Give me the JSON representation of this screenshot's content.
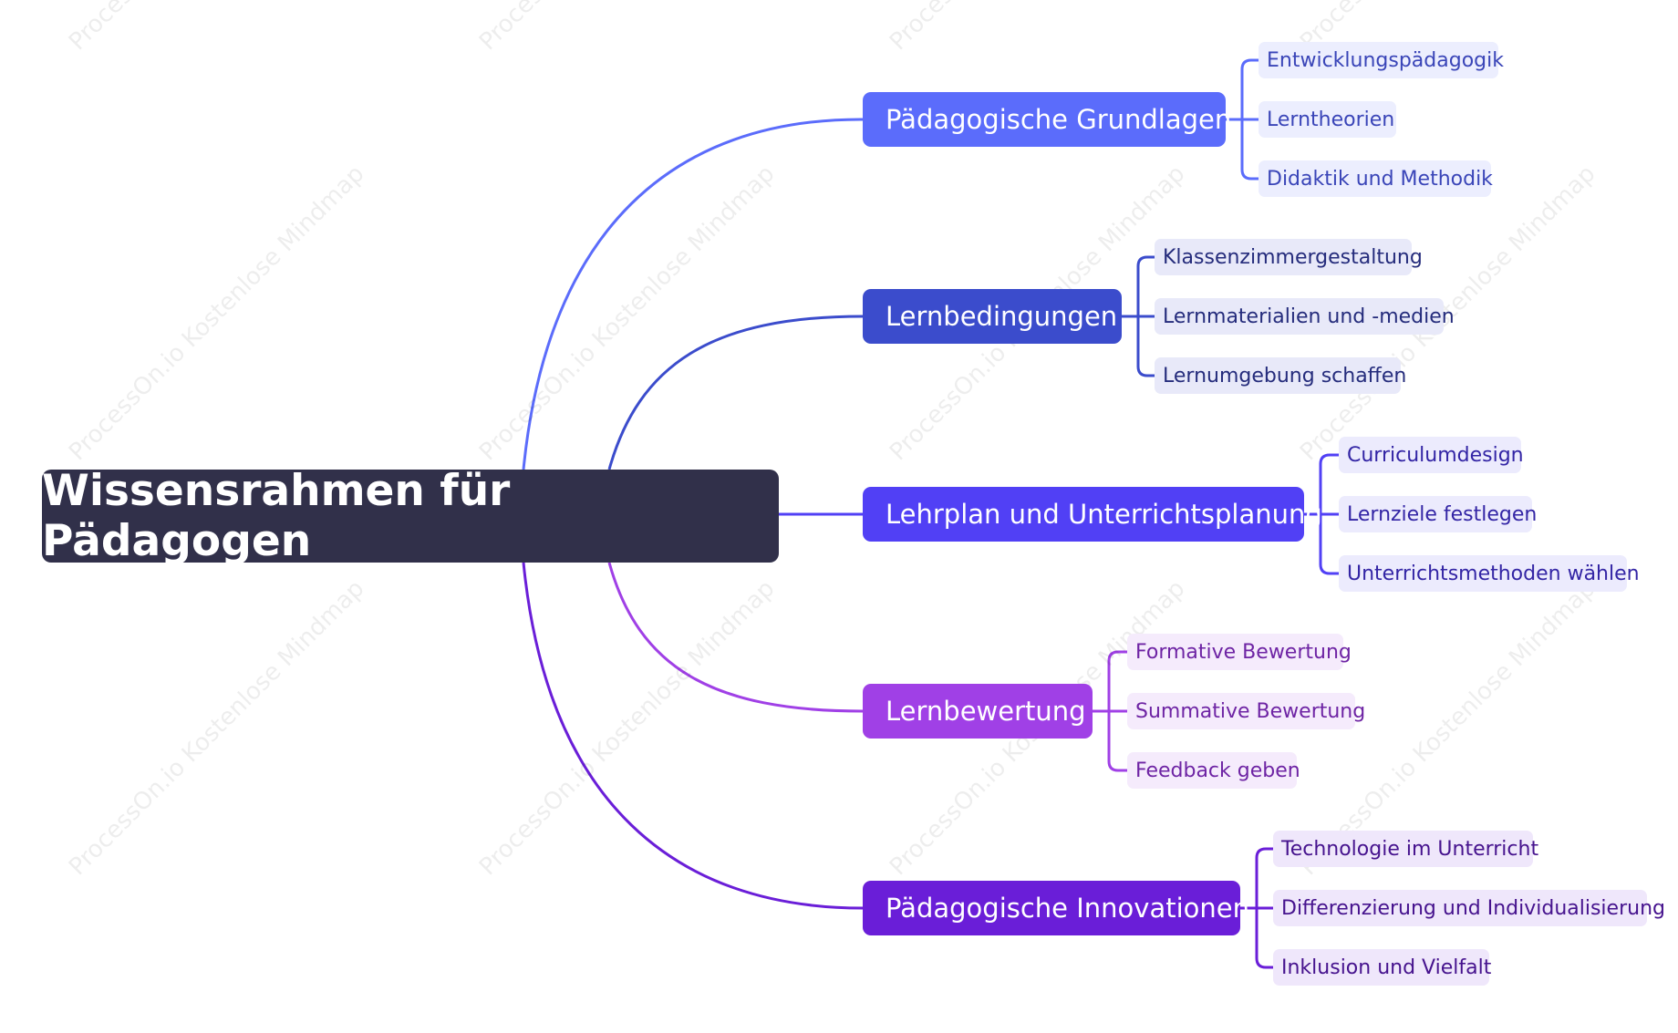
{
  "watermark": "ProcessOn.io Kostenlose Mindmap",
  "root": {
    "title": "Wissensrahmen für Pädagogen"
  },
  "branches": [
    {
      "label": "Pädagogische Grundlagen",
      "color": "#5b6cfb",
      "leaf_bg": "#eceefe",
      "leaf_text": "#3a45b8",
      "items": [
        "Entwicklungspädagogik",
        "Lerntheorien",
        "Didaktik und Methodik"
      ]
    },
    {
      "label": "Lernbedingungen",
      "color": "#3b4ccc",
      "leaf_bg": "#e8e9f9",
      "leaf_text": "#252c7c",
      "items": [
        "Klassenzimmergestaltung",
        "Lernmaterialien und -medien",
        "Lernumgebung schaffen"
      ]
    },
    {
      "label": "Lehrplan und Unterrichtsplanung",
      "color": "#5140f5",
      "leaf_bg": "#ecebfd",
      "leaf_text": "#3325a5",
      "items": [
        "Curriculumdesign",
        "Lernziele festlegen",
        "Unterrichtsmethoden wählen"
      ]
    },
    {
      "label": "Lernbewertung",
      "color": "#a040e6",
      "leaf_bg": "#f5ebfc",
      "leaf_text": "#6e24a4",
      "items": [
        "Formative Bewertung",
        "Summative Bewertung",
        "Feedback geben"
      ]
    },
    {
      "label": "Pädagogische Innovationen",
      "color": "#6a1ed8",
      "leaf_bg": "#efe7fb",
      "leaf_text": "#46138e",
      "items": [
        "Technologie im Unterricht",
        "Differenzierung und Individualisierung",
        "Inklusion und Vielfalt"
      ]
    }
  ]
}
